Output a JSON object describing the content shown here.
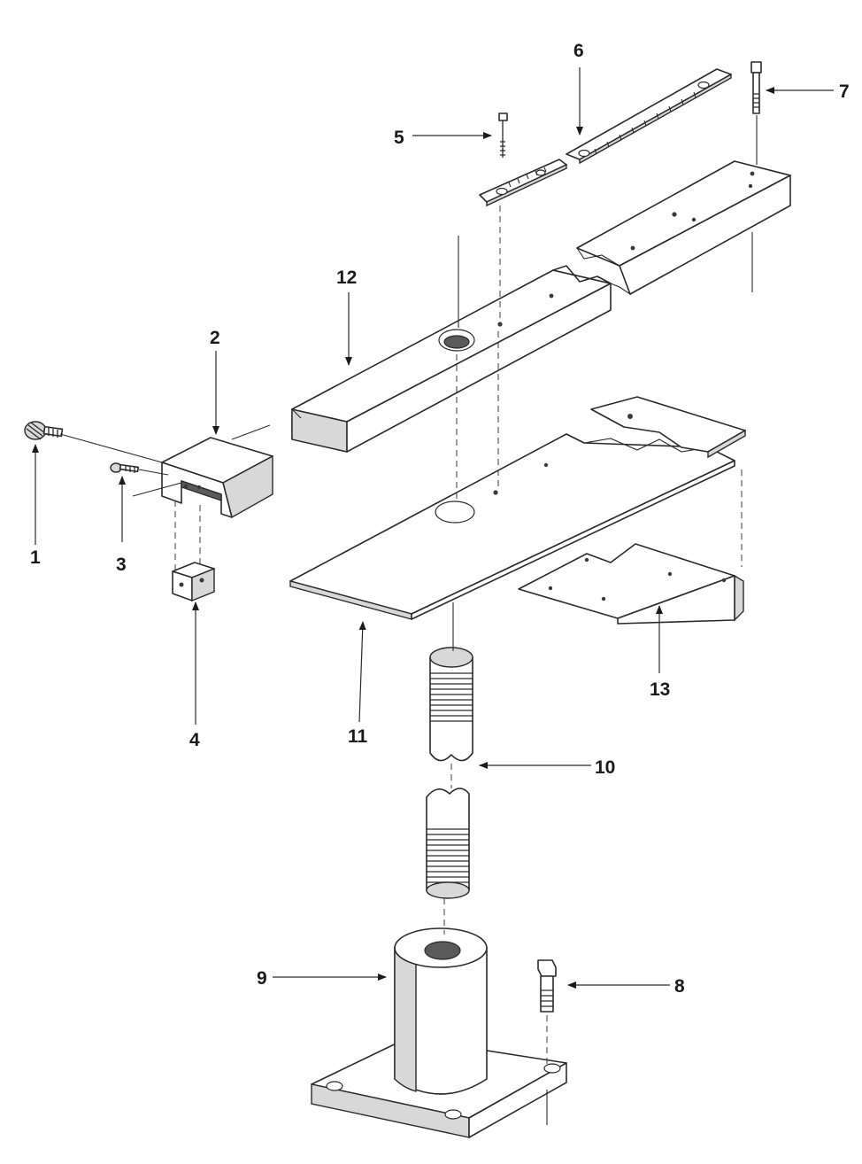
{
  "callouts": [
    {
      "id": "1",
      "label": "1"
    },
    {
      "id": "2",
      "label": "2"
    },
    {
      "id": "3",
      "label": "3"
    },
    {
      "id": "4",
      "label": "4"
    },
    {
      "id": "5",
      "label": "5"
    },
    {
      "id": "6",
      "label": "6"
    },
    {
      "id": "7",
      "label": "7"
    },
    {
      "id": "8",
      "label": "8"
    },
    {
      "id": "9",
      "label": "9"
    },
    {
      "id": "10",
      "label": "10"
    },
    {
      "id": "11",
      "label": "11"
    },
    {
      "id": "12",
      "label": "12"
    },
    {
      "id": "13",
      "label": "13"
    }
  ],
  "colors": {
    "ink": "#2a2a2a",
    "paper": "#ffffff",
    "shade": "#d8d8d8"
  }
}
